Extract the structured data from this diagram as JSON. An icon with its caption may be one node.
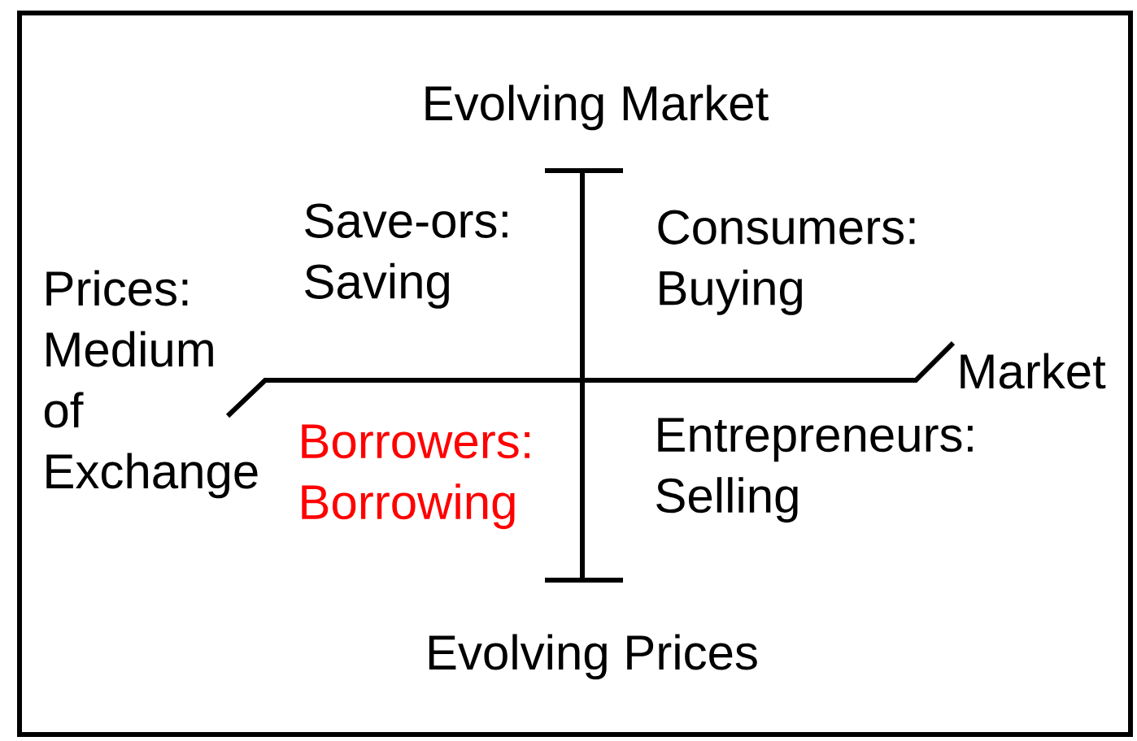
{
  "diagram": {
    "labels": [
      "Evolving Market",
      "Save-ors: Saving",
      "Consumers: Buying",
      "Prices: Medium of Exchange",
      "Market",
      "Borrowers: Borrowing",
      "Entrepreneurs: Selling",
      "Evolving Prices"
    ]
  }
}
